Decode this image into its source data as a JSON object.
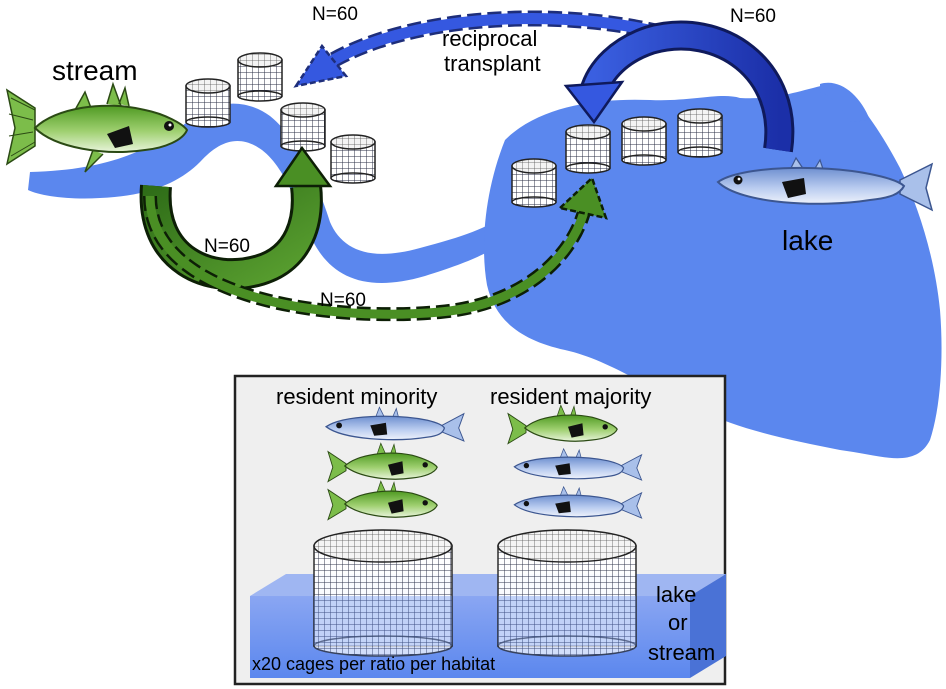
{
  "labels": {
    "stream": "stream",
    "lake": "lake",
    "reciprocal_line1": "reciprocal",
    "reciprocal_line2": "transplant",
    "n_top": "N=60",
    "n_right": "N=60",
    "n_green_left": "N=60",
    "n_green_bottom": "N=60"
  },
  "inset": {
    "left_title": "resident minority",
    "right_title": "resident majority",
    "habitat_line1": "lake",
    "habitat_line2": "or",
    "habitat_line3": "stream",
    "caption": "x20 cages per ratio per habitat"
  },
  "colors": {
    "water": "#5b87ee",
    "water_light": "#7fa3f2",
    "blue_arrow": "#2a46c8",
    "green_arrow": "#3b7a1c",
    "green_fish": "#62a82e",
    "blue_fish": "#9db6e4",
    "inset_bg": "#efefef"
  }
}
